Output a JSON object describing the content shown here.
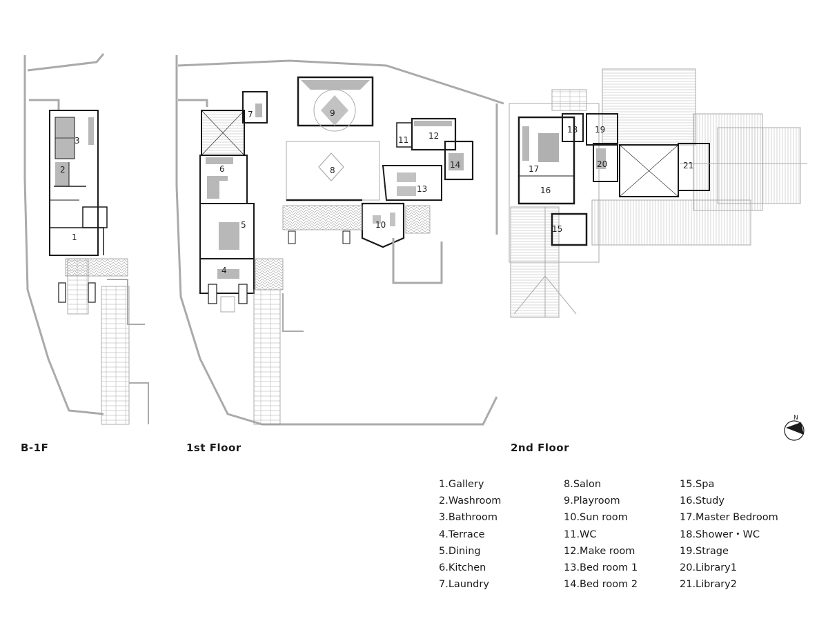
{
  "floors": [
    {
      "title": "B-1F",
      "rooms": [
        1,
        2,
        3
      ]
    },
    {
      "title": "1st Floor",
      "rooms": [
        4,
        5,
        6,
        7,
        8,
        9,
        10,
        11,
        12,
        13,
        14
      ]
    },
    {
      "title": "2nd Floor",
      "rooms": [
        15,
        16,
        17,
        18,
        19,
        20,
        21
      ]
    }
  ],
  "room_numbers": {
    "r1": "1",
    "r2": "2",
    "r3": "3",
    "r4": "4",
    "r5": "5",
    "r6": "6",
    "r7": "7",
    "r8": "8",
    "r9": "9",
    "r10": "10",
    "r11": "11",
    "r12": "12",
    "r13": "13",
    "r14": "14",
    "r15": "15",
    "r16": "16",
    "r17": "17",
    "r18": "18",
    "r19": "19",
    "r20": "20",
    "r21": "21"
  },
  "compass": {
    "label": "N",
    "icon": "north-arrow-icon"
  },
  "legend": {
    "col1": [
      "1.Gallery",
      "2.Washroom",
      "3.Bathroom",
      "4.Terrace",
      "5.Dining",
      "6.Kitchen",
      "7.Laundry"
    ],
    "col2": [
      "8.Salon",
      "9.Playroom",
      "10.Sun room",
      "11.WC",
      "12.Make room",
      "13.Bed room 1",
      "14.Bed room 2"
    ],
    "col3": [
      "15.Spa",
      "16.Study",
      "17.Master Bedroom",
      "18.Shower・WC",
      "19.Strage",
      "20.Library1",
      "21.Library2"
    ]
  },
  "colors": {
    "wall": "#1a1a1a",
    "light_line": "#9a9a9a",
    "fill_gray": "#b8b8b8"
  }
}
